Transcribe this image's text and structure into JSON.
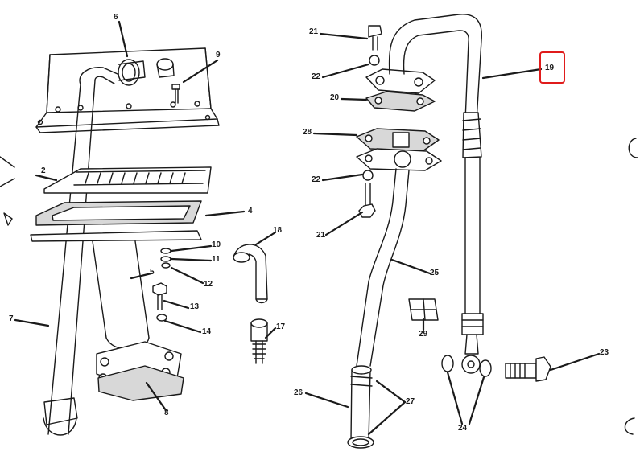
{
  "callouts": [
    {
      "id": "c1",
      "text": "6"
    },
    {
      "id": "c2",
      "text": "9"
    },
    {
      "id": "c3",
      "text": "2"
    },
    {
      "id": "c4",
      "text": "4"
    },
    {
      "id": "c5",
      "text": "5"
    },
    {
      "id": "c6",
      "text": "7"
    },
    {
      "id": "c7",
      "text": "8"
    },
    {
      "id": "c8",
      "text": "10"
    },
    {
      "id": "c9",
      "text": "11"
    },
    {
      "id": "c10",
      "text": "12"
    },
    {
      "id": "c11",
      "text": "13"
    },
    {
      "id": "c12",
      "text": "14"
    },
    {
      "id": "c13",
      "text": "18"
    },
    {
      "id": "c14",
      "text": "17"
    },
    {
      "id": "c15",
      "text": "21"
    },
    {
      "id": "c16",
      "text": "22"
    },
    {
      "id": "c17",
      "text": "20"
    },
    {
      "id": "c18",
      "text": "28"
    },
    {
      "id": "c19",
      "text": "22"
    },
    {
      "id": "c20",
      "text": "21"
    },
    {
      "id": "c21",
      "text": "25"
    },
    {
      "id": "c22",
      "text": "29"
    },
    {
      "id": "c23",
      "text": "26"
    },
    {
      "id": "c24",
      "text": "27"
    },
    {
      "id": "c25",
      "text": "19"
    },
    {
      "id": "c26",
      "text": "23"
    },
    {
      "id": "c27",
      "text": "24"
    }
  ],
  "highlight": {
    "label": "19",
    "color": "#e01b1b"
  },
  "colors": {
    "ink": "#1a1a1a",
    "paper": "#ffffff",
    "gasket_fill": "#d8d8d8"
  }
}
